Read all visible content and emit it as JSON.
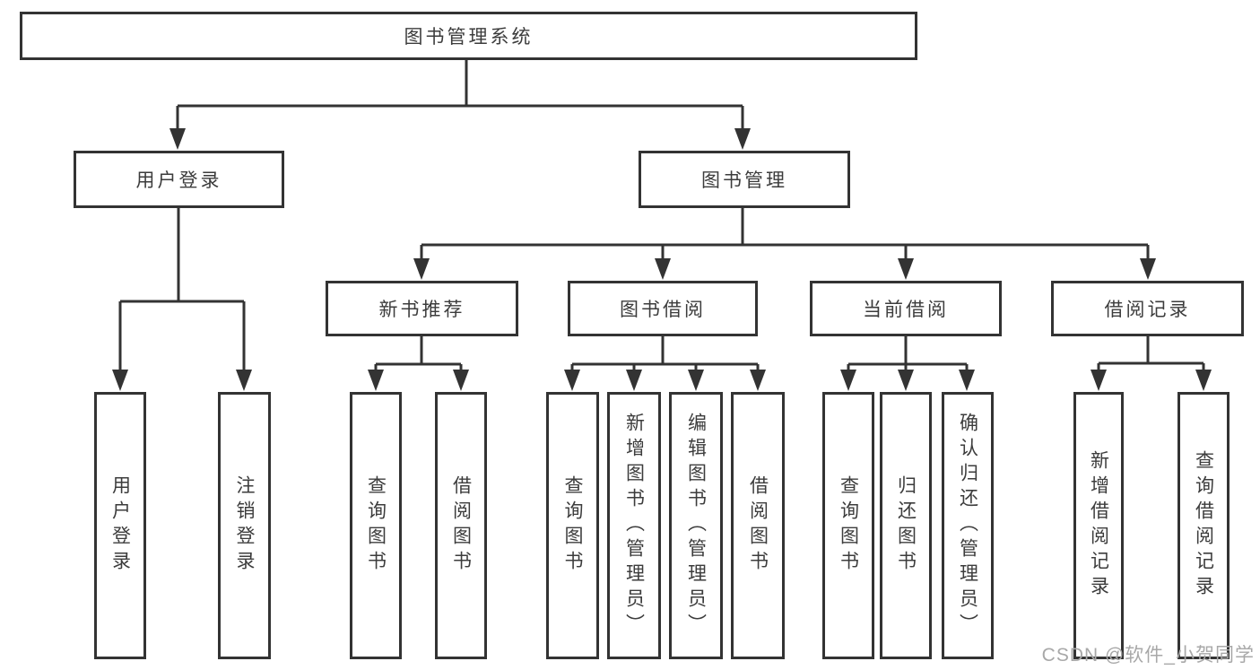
{
  "diagram": {
    "root": {
      "label": "图书管理系统"
    },
    "level2": [
      {
        "label": "用户登录"
      },
      {
        "label": "图书管理"
      }
    ],
    "level3": [
      {
        "label": "新书推荐"
      },
      {
        "label": "图书借阅"
      },
      {
        "label": "当前借阅"
      },
      {
        "label": "借阅记录"
      }
    ],
    "leaves": {
      "user_login": [
        "用户登录",
        "注销登录"
      ],
      "new_book_rec": [
        "查询图书",
        "借阅图书"
      ],
      "book_borrow": [
        "查询图书",
        "新增图书（管理员）",
        "编辑图书（管理员）",
        "借阅图书"
      ],
      "current_borrow": [
        "查询图书",
        "归还图书",
        "确认归还（管理员）"
      ],
      "borrow_records": [
        "新增借阅记录",
        "查询借阅记录"
      ]
    },
    "colors": {
      "line": "#333333",
      "text": "#3c3c3c",
      "box_background": "#ffffff",
      "watermark": "#a8a8a8"
    },
    "watermark": "CSDN @软件_小贺同学"
  }
}
